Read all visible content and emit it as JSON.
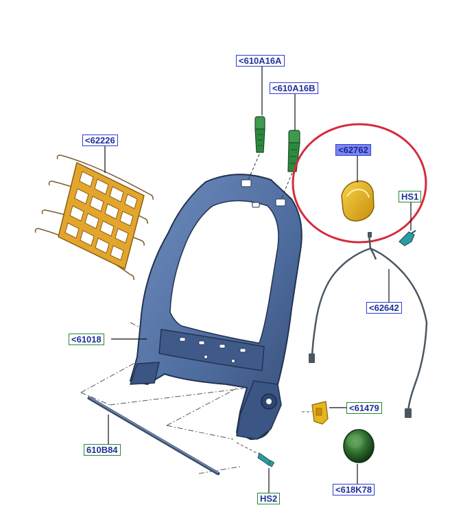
{
  "labels": {
    "p610A16A": "<610A16A",
    "p610A16B": "<610A16B",
    "p62226": "<62226",
    "p62762": "<62762",
    "hs1": "HS1",
    "p62642": "<62642",
    "p61018": "<61018",
    "p61479": "<61479",
    "p610B84": "610B84",
    "hs2": "HS2",
    "p618K78": "<618K78"
  },
  "colors": {
    "frame": "#4d6a9c",
    "mat": "#e3a52c",
    "clip": "#2c8a3d",
    "cap": "#234e23",
    "button": "#e8b41c",
    "highlight_circle": "#d42a3a",
    "label_blue": "#2d3bd6",
    "label_green": "#1f8a2a"
  }
}
